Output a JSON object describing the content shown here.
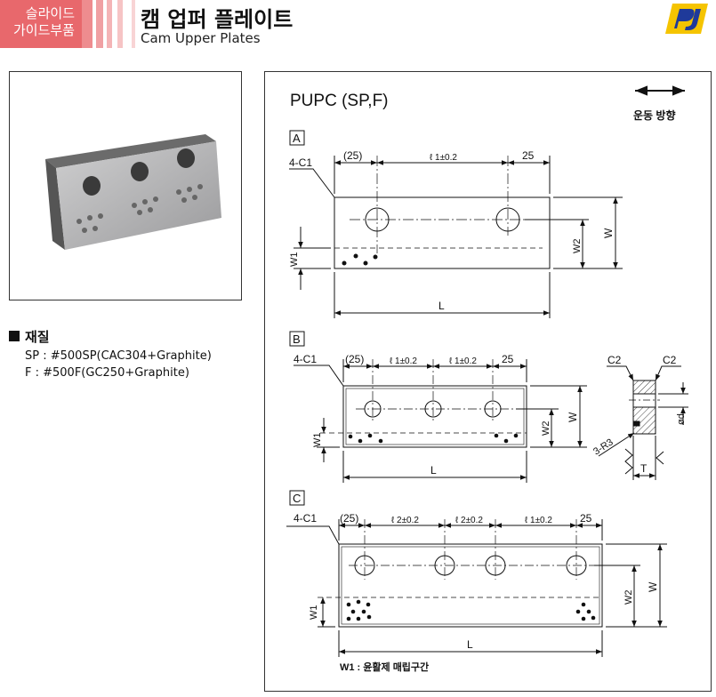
{
  "header": {
    "badge_line1": "슬라이드",
    "badge_line2": "가이드부품",
    "title": "캠 업퍼 플레이트",
    "subtitle": "Cam Upper Plates",
    "brand_color": "#e8686c",
    "logo_colors": [
      "#f5c400",
      "#1f3a9a"
    ]
  },
  "material": {
    "heading": "재질",
    "items": [
      "SP : #500SP(CAC304+Graphite)",
      "F : #500F(GC250+Graphite)"
    ]
  },
  "drawing": {
    "model": "PUPC (SP,F)",
    "direction_label": "운동 방향",
    "chamfer": "4-C1",
    "A": {
      "label": "A",
      "dims_top": [
        "(25)",
        "ℓ 1±0.2",
        "25"
      ],
      "W": "W",
      "W2": "W2",
      "W1": "W1",
      "L": "L"
    },
    "B": {
      "label": "B",
      "dims_top": [
        "(25)",
        "ℓ 1±0.2",
        "ℓ 1±0.2",
        "25"
      ],
      "W": "W",
      "W2": "W2",
      "W1": "W1",
      "L": "L",
      "side": {
        "c2_left": "C2",
        "c2_right": "C2",
        "r3": "3-R3",
        "d": "ød",
        "T": "T"
      }
    },
    "C": {
      "label": "C",
      "dims_top": [
        "(25)",
        "ℓ 2±0.2",
        "ℓ 2±0.2",
        "ℓ 1±0.2",
        "25"
      ],
      "W": "W",
      "W2": "W2",
      "W1": "W1",
      "L": "L"
    },
    "note": "W1 : 윤활제 매립구간"
  }
}
